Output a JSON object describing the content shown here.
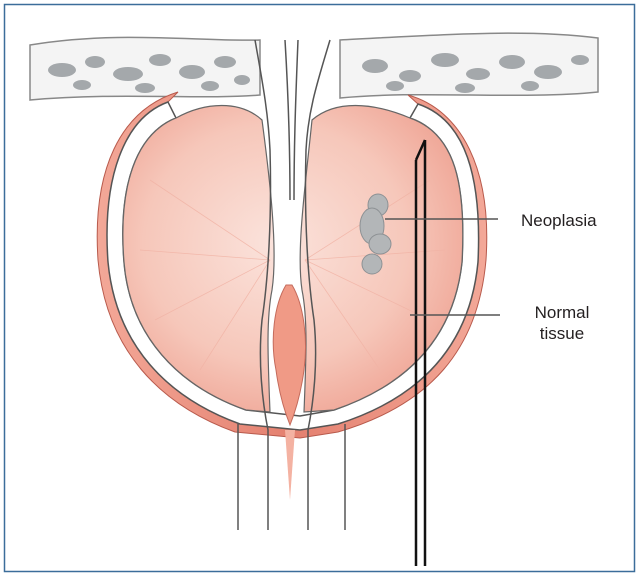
{
  "labels": {
    "neoplasia": "Neoplasia",
    "normal_line1": "Normal",
    "normal_line2": "tissue"
  },
  "colors": {
    "frame": "#3b6d9a",
    "tissue_fill": "#f6c9bd",
    "tissue_edge": "#d97a6c",
    "capsule": "#e3806f",
    "lesion": "#a9adb0",
    "stroma": "#9ea3a6",
    "needle": "#111111"
  }
}
